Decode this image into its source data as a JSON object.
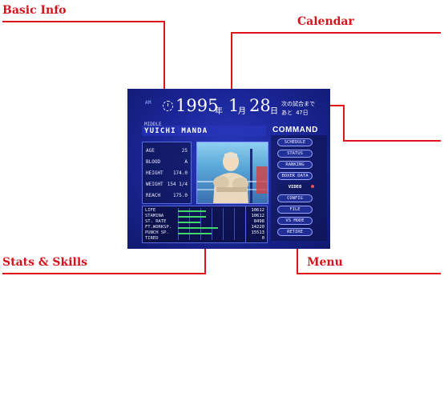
{
  "callouts": {
    "basic_info": "Basic Info",
    "calendar": "Calendar",
    "stats_skills": "Stats & Skills",
    "menu": "Menu"
  },
  "colors": {
    "callout": "#d4141c",
    "screen_bg": "#1a2596",
    "stat_bar": "#43d66a"
  },
  "header": {
    "ampm": "AM",
    "clock_icon": "clock-icon",
    "year": "1995",
    "year_kanji": "年",
    "month": "1",
    "month_kanji": "月",
    "day": "28",
    "day_kanji": "日",
    "next_match": "次の試合まで",
    "days_left": "あと 47日"
  },
  "boxer": {
    "class": "MIDDLE",
    "name": "YUICHI MANDA"
  },
  "info": [
    {
      "label": "AGE",
      "value": "25"
    },
    {
      "label": "BLOOD",
      "value": "A"
    },
    {
      "label": "HEIGHT",
      "value": "174.0"
    },
    {
      "label": "WEIGHT",
      "value": "154 1/4"
    },
    {
      "label": "REACH",
      "value": "175.0"
    }
  ],
  "command": {
    "title": "COMMAND",
    "items": [
      "SCHEDULE",
      "STATUS",
      "RANKING",
      "BOXER DATA",
      "VIDEO",
      "CONFIG",
      "FILE",
      "VS MODE",
      "RETIRE"
    ],
    "selected_index": 4
  },
  "stats": [
    {
      "name": "LIFE",
      "value": "10612",
      "level": 0.42
    },
    {
      "name": "STAMINA",
      "value": "10612",
      "level": 0.42
    },
    {
      "name": "ST. RATE",
      "value": "8498",
      "level": 0.33
    },
    {
      "name": "FT.WORKSP.",
      "value": "14220",
      "level": 0.6
    },
    {
      "name": "PUNCH SP.",
      "value": "15513",
      "level": 0.5
    },
    {
      "name": "TIRED",
      "value": "0",
      "level": 0
    }
  ]
}
